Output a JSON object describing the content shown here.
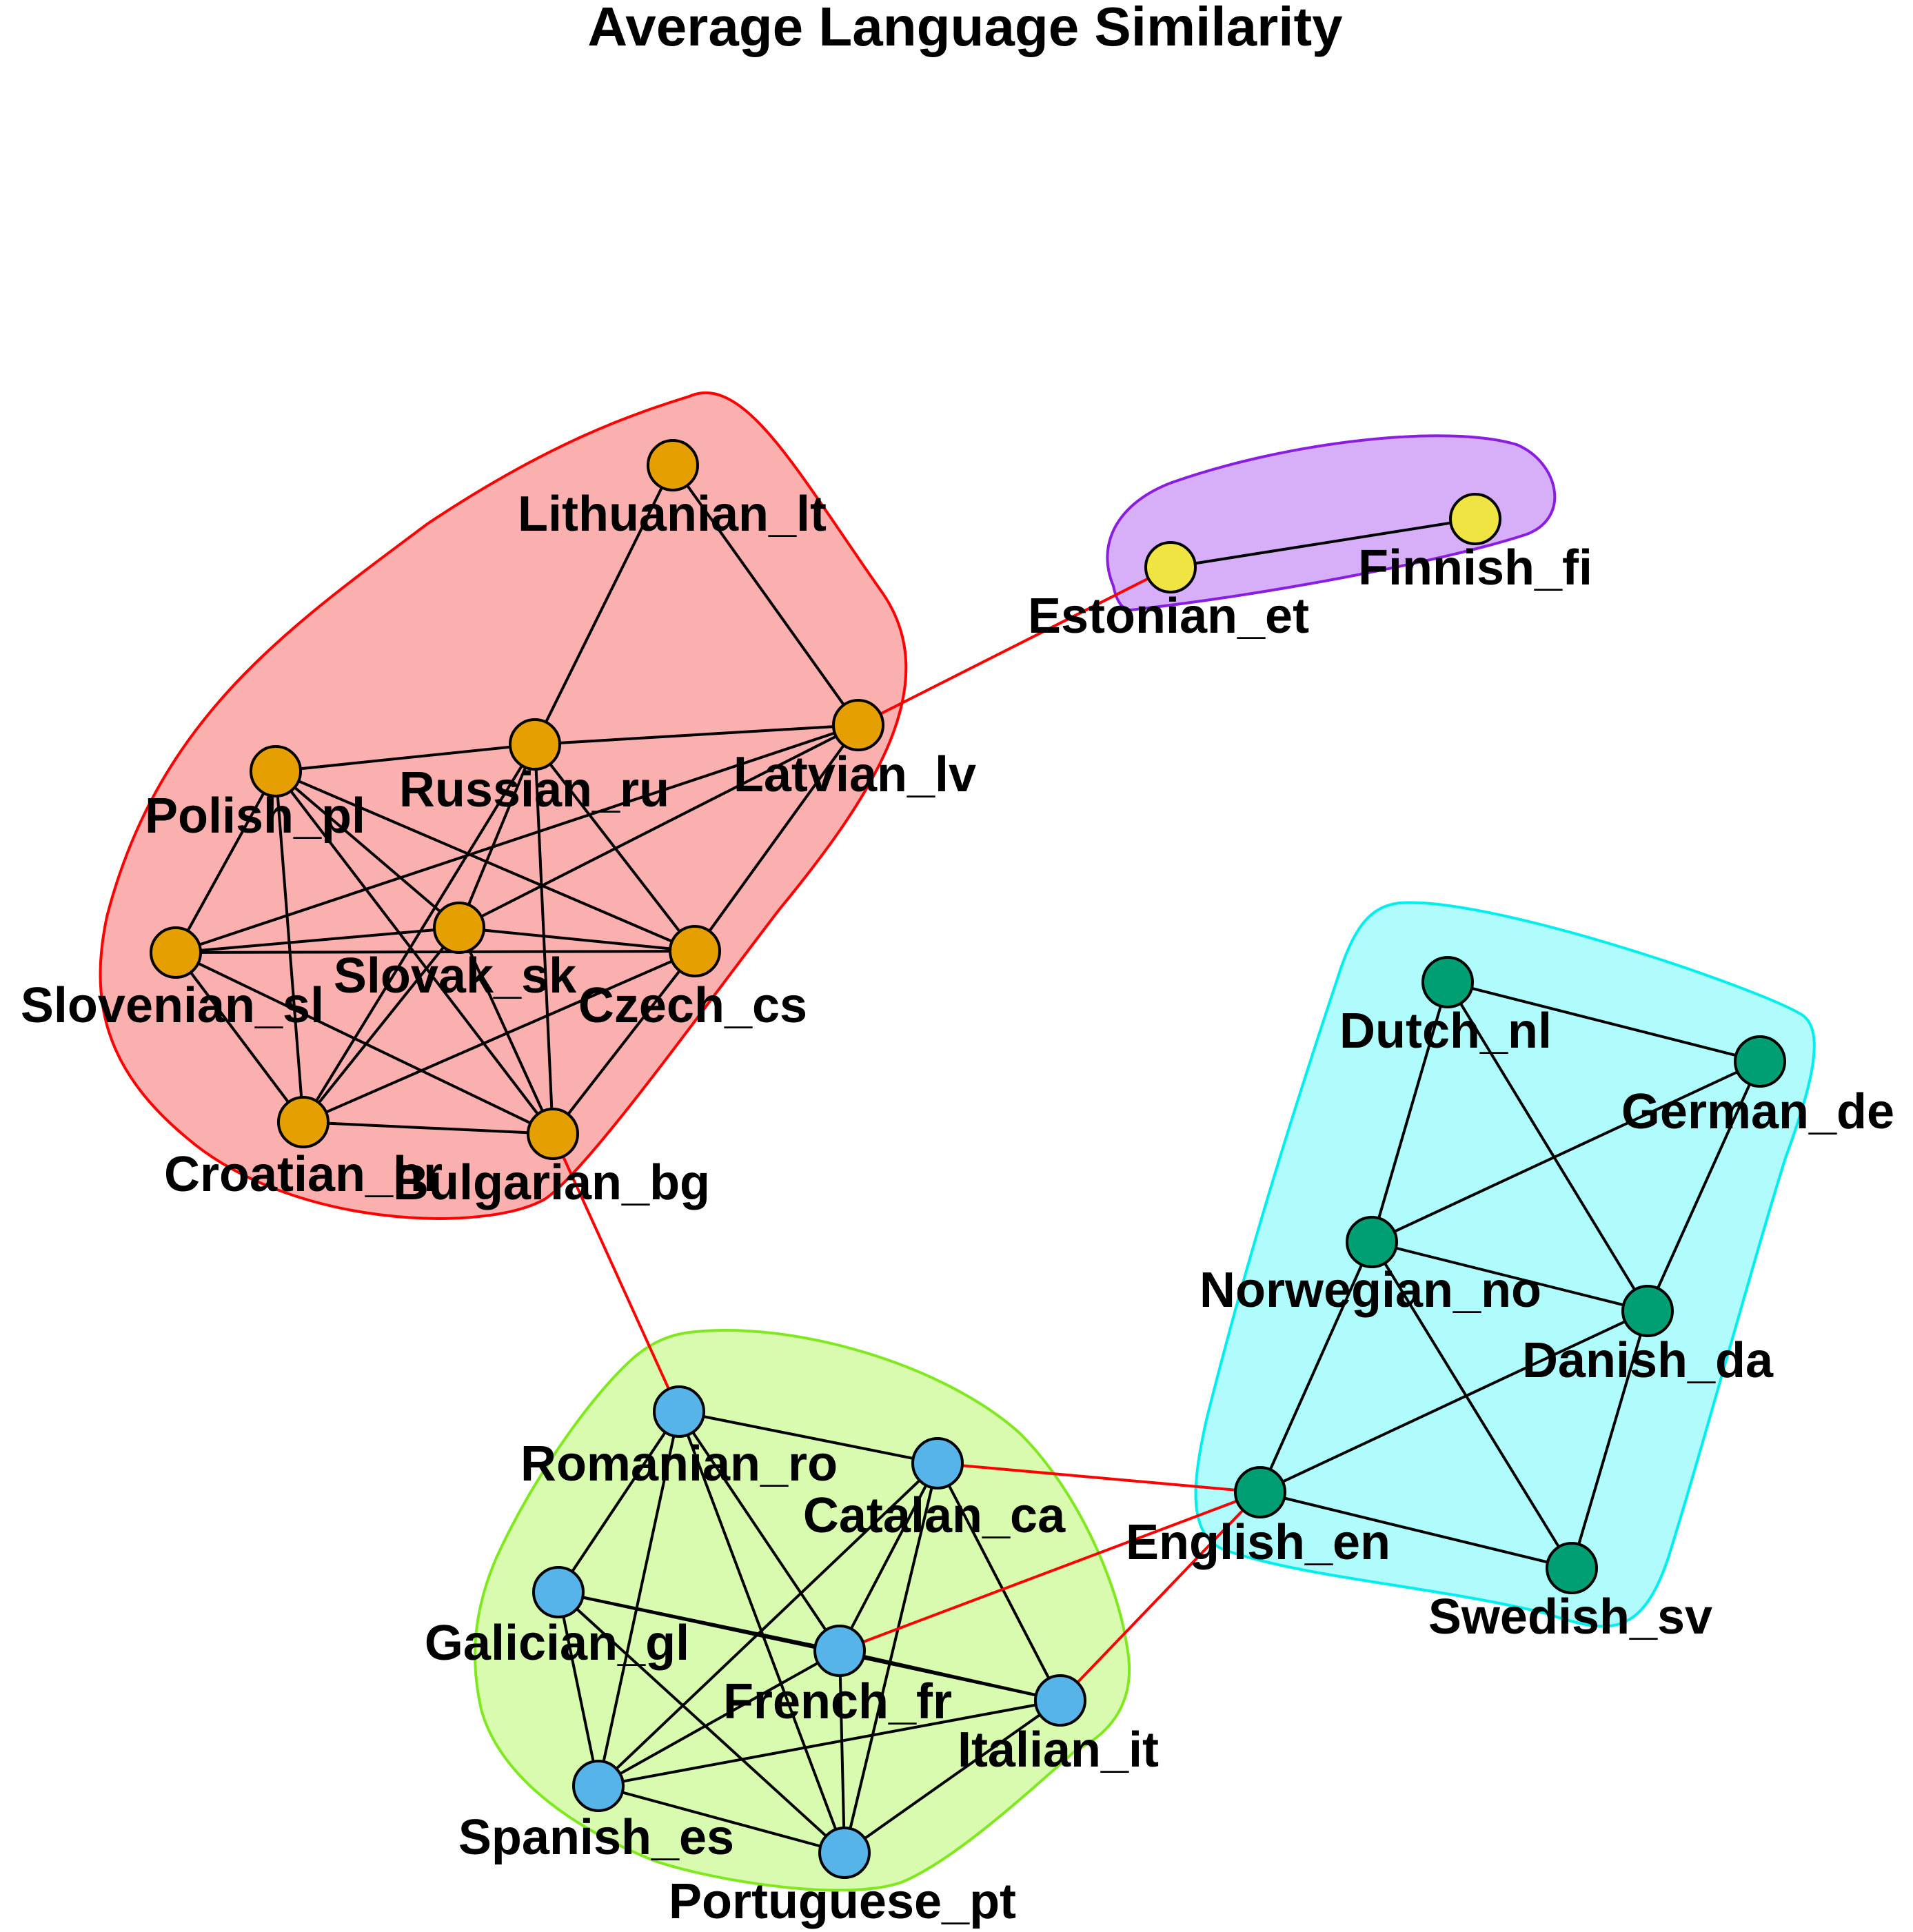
{
  "title": "Average Language Similarity",
  "clusters": [
    {
      "fill": "#fbb0b0",
      "stroke": "#ff0000"
    },
    {
      "fill": "#d7aff8",
      "stroke": "#8a1ee0"
    },
    {
      "fill": "#b0fbfc",
      "stroke": "#00eeee"
    },
    {
      "fill": "#d8fbb0",
      "stroke": "#7fe81e"
    }
  ],
  "node_colors": [
    "#e69f00",
    "#f0e442",
    "#009e73",
    "#56b4e9"
  ],
  "edge_colors": {
    "intra": "#000000",
    "inter": "#ff0000"
  },
  "nodes": [
    {
      "id": "lt",
      "label": "Lithuanian_lt",
      "group": 0
    },
    {
      "id": "pl",
      "label": "Polish_pl",
      "group": 0
    },
    {
      "id": "ru",
      "label": "Russian_ru",
      "group": 0
    },
    {
      "id": "lv",
      "label": "Latvian_lv",
      "group": 0
    },
    {
      "id": "sl",
      "label": "Slovenian_sl",
      "group": 0
    },
    {
      "id": "sk",
      "label": "Slovak_sk",
      "group": 0
    },
    {
      "id": "cs",
      "label": "Czech_cs",
      "group": 0
    },
    {
      "id": "hr",
      "label": "Croatian_hr",
      "group": 0
    },
    {
      "id": "bg",
      "label": "Bulgarian_bg",
      "group": 0
    },
    {
      "id": "et",
      "label": "Estonian_et",
      "group": 1
    },
    {
      "id": "fi",
      "label": "Finnish_fi",
      "group": 1
    },
    {
      "id": "nl",
      "label": "Dutch_nl",
      "group": 2
    },
    {
      "id": "de",
      "label": "German_de",
      "group": 2
    },
    {
      "id": "no",
      "label": "Norwegian_no",
      "group": 2
    },
    {
      "id": "da",
      "label": "Danish_da",
      "group": 2
    },
    {
      "id": "en",
      "label": "English_en",
      "group": 2
    },
    {
      "id": "sv",
      "label": "Swedish_sv",
      "group": 2
    },
    {
      "id": "ro",
      "label": "Romanian_ro",
      "group": 3
    },
    {
      "id": "ca",
      "label": "Catalan_ca",
      "group": 3
    },
    {
      "id": "gl",
      "label": "Galician_gl",
      "group": 3
    },
    {
      "id": "fr",
      "label": "French_fr",
      "group": 3
    },
    {
      "id": "it",
      "label": "Italian_it",
      "group": 3
    },
    {
      "id": "es",
      "label": "Spanish_es",
      "group": 3
    },
    {
      "id": "pt",
      "label": "Portuguese_pt",
      "group": 3
    }
  ],
  "edges": [
    [
      "lt",
      "ru"
    ],
    [
      "lt",
      "lv"
    ],
    [
      "pl",
      "ru"
    ],
    [
      "ru",
      "lv"
    ],
    [
      "pl",
      "sl"
    ],
    [
      "pl",
      "sk"
    ],
    [
      "pl",
      "cs"
    ],
    [
      "pl",
      "hr"
    ],
    [
      "pl",
      "bg"
    ],
    [
      "ru",
      "sk"
    ],
    [
      "ru",
      "cs"
    ],
    [
      "ru",
      "hr"
    ],
    [
      "ru",
      "bg"
    ],
    [
      "lv",
      "sl"
    ],
    [
      "lv",
      "sk"
    ],
    [
      "lv",
      "cs"
    ],
    [
      "sl",
      "sk"
    ],
    [
      "sl",
      "cs"
    ],
    [
      "sl",
      "hr"
    ],
    [
      "sl",
      "bg"
    ],
    [
      "sk",
      "cs"
    ],
    [
      "sk",
      "hr"
    ],
    [
      "sk",
      "bg"
    ],
    [
      "cs",
      "hr"
    ],
    [
      "cs",
      "bg"
    ],
    [
      "hr",
      "bg"
    ],
    [
      "et",
      "fi"
    ],
    [
      "nl",
      "de"
    ],
    [
      "nl",
      "no"
    ],
    [
      "nl",
      "da"
    ],
    [
      "de",
      "no"
    ],
    [
      "de",
      "da"
    ],
    [
      "no",
      "da"
    ],
    [
      "no",
      "en"
    ],
    [
      "no",
      "sv"
    ],
    [
      "da",
      "en"
    ],
    [
      "da",
      "sv"
    ],
    [
      "en",
      "sv"
    ],
    [
      "ro",
      "ca"
    ],
    [
      "ro",
      "gl"
    ],
    [
      "ro",
      "fr"
    ],
    [
      "ro",
      "es"
    ],
    [
      "ro",
      "pt"
    ],
    [
      "ca",
      "fr"
    ],
    [
      "ca",
      "it"
    ],
    [
      "ca",
      "es"
    ],
    [
      "ca",
      "pt"
    ],
    [
      "gl",
      "fr"
    ],
    [
      "gl",
      "it"
    ],
    [
      "gl",
      "es"
    ],
    [
      "gl",
      "pt"
    ],
    [
      "fr",
      "it"
    ],
    [
      "fr",
      "es"
    ],
    [
      "fr",
      "pt"
    ],
    [
      "it",
      "es"
    ],
    [
      "it",
      "pt"
    ],
    [
      "es",
      "pt"
    ]
  ],
  "inter_edges": [
    [
      "lv",
      "et"
    ],
    [
      "bg",
      "ro"
    ],
    [
      "ca",
      "en"
    ],
    [
      "fr",
      "en"
    ],
    [
      "it",
      "en"
    ]
  ]
}
